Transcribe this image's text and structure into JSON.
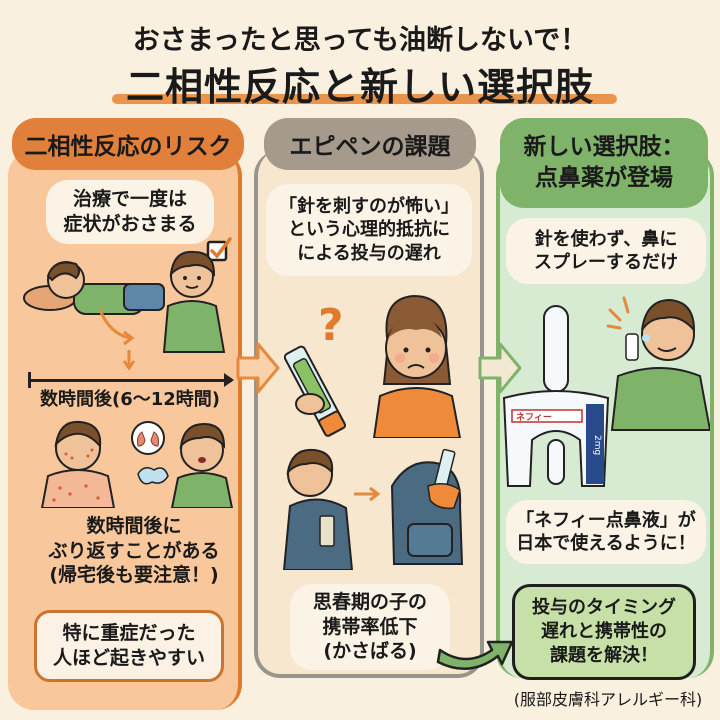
{
  "title": {
    "subtitle": "おさまったと思っても油断しないで！",
    "main": "二相性反応と新しい選択肢"
  },
  "panels": {
    "left": {
      "header": "二相性反応のリスク",
      "bubble_lines": [
        "治療で一度は",
        "症状がおさまる"
      ],
      "timeline_label": "数時間後(6〜12時間)",
      "relapse_lines": [
        "数時間後に",
        "ぶり返すことがある",
        "(帰宅後も要注意！)"
      ],
      "note_lines": [
        "特に重症だった",
        "人ほど起きやすい"
      ],
      "accent_color": "#e0803a",
      "bg_color": "#f8c79c"
    },
    "middle": {
      "header": "エピペンの課題",
      "bubble_lines": [
        "「針を刺すのが怖い」",
        "という心理的抵抗に",
        "による投与の遅れ"
      ],
      "carry_lines": [
        "思春期の子の",
        "携帯率低下",
        "(かさばる)"
      ],
      "accent_color": "#a59a8c",
      "bg_color": "#f7e7cf"
    },
    "right": {
      "header_lines": [
        "新しい選択肢：",
        "点鼻薬が登場"
      ],
      "bubble_lines": [
        "針を使わず、鼻に",
        "スプレーするだけ"
      ],
      "product_label": "ネフィー",
      "product_dose": "2mg",
      "announce_lines": [
        "「ネフィー点鼻液」が",
        "日本で使えるように！"
      ],
      "solution_lines": [
        "投与のタイミング",
        "遅れと携帯性の",
        "課題を解決！"
      ],
      "accent_color": "#7fb36a",
      "bg_color": "#d7ebd2"
    }
  },
  "credit": "(服部皮膚科アレルギー科)",
  "icons": [
    "checkbox-check-icon",
    "question-mark-icon",
    "lungs-icon",
    "epipen-icon",
    "backpack-icon",
    "nasal-spray-icon",
    "arrow-right-icon"
  ]
}
